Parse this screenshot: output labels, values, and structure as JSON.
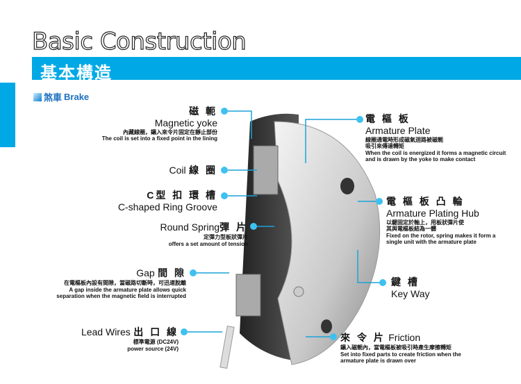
{
  "title": "Basic Construction",
  "section_bar": "基本構造",
  "subtitle": {
    "zh": "煞車",
    "en": "Brake"
  },
  "accent_color": "#00a9e6",
  "labels": {
    "yoke": {
      "zh": "磁 軛",
      "en": "Magnetic yoke",
      "desc_zh": "內藏線圈，鑲入來令片固定在靜止部份",
      "desc_en": "The coil is set into a fixed point in the lining"
    },
    "coil": {
      "en": "Coil",
      "zh": "線 圈"
    },
    "groove": {
      "zh": "C型 扣 環 槽",
      "en": "C-shaped Ring Groove"
    },
    "spring": {
      "en": "Round Spring",
      "zh": "彈 片",
      "desc_zh": "定彈力型板狀彈片",
      "desc_en": "offers a set amount of tension"
    },
    "gap": {
      "en": "Gap",
      "zh": "間 隙",
      "desc_zh": "在電樞板內設有間隙，當磁路切斷時，可迅速脫離",
      "desc_en1": "A gap inside the armature plate allows quick",
      "desc_en2": "separation when the magnetic field is interrupted"
    },
    "lead": {
      "en": "Lead Wires",
      "zh": "出 口 線",
      "desc_zh": "標準電源 (DC24V)",
      "desc_en": "power source (24V)"
    },
    "armature": {
      "zh": "電 樞 板",
      "en": "Armature Plate",
      "desc_zh1": "線圈通電時形成磁氣迴路被磁軛",
      "desc_zh2": "吸引來傳達轉矩",
      "desc_en1": "When the coil is energized it forms a magnetic circuit",
      "desc_en2": "and is drawn by the yoke to make contact"
    },
    "hub": {
      "zh": "電 樞 板 凸 輪",
      "en": "Armature Plating Hub",
      "desc_zh1": "以鍵固定於軸上，用板狀彈片使",
      "desc_zh2": "其與電樞板結為一體",
      "desc_en1": "Fixed on the rotor, spring makes it form a",
      "desc_en2": "single unit with the armature plate"
    },
    "keyway": {
      "zh": "鍵 槽",
      "en": "Key Way"
    },
    "friction": {
      "zh": "來 令 片",
      "en": "Friction",
      "desc_zh": "鑲入磁軛內，當電樞板被吸引時產生摩擦轉矩",
      "desc_en1": "Set into fixed parts to create friction when the",
      "desc_en2": "armature plate is drawn over"
    }
  }
}
